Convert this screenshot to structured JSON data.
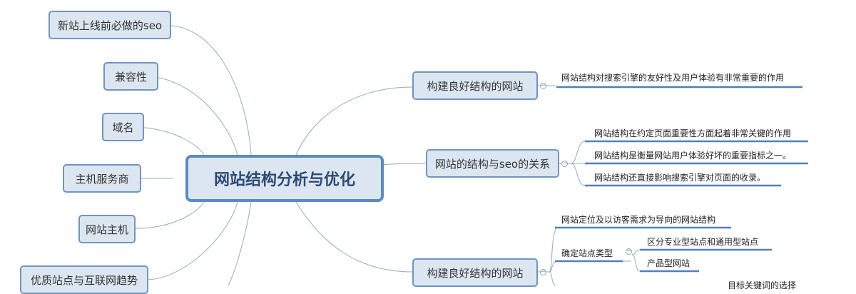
{
  "central": {
    "label": "网站结构分析与优化"
  },
  "left_topics": [
    {
      "label": "新站上线前必做的seo"
    },
    {
      "label": "兼容性"
    },
    {
      "label": "域名"
    },
    {
      "label": "主机服务商"
    },
    {
      "label": "网站主机"
    },
    {
      "label": "优质站点与互联网趋势"
    }
  ],
  "right_topics": [
    {
      "label": "构建良好结构的网站",
      "children": [
        "网站结构对搜索引擎的友好性及用户体验有非常重要的作用"
      ]
    },
    {
      "label": "网站的结构与seo的关系",
      "children": [
        "网站结构在约定页面重要性方面起着非常关键的作用",
        "网站结构是衡量网站用户体验好坏的重要指标之一。",
        "网站结构还直接影响搜索引擎对页面的收录。"
      ]
    },
    {
      "label": "构建良好结构的网站",
      "children": [
        "网站定位及以访客需求为导向的网站结构",
        "确定站点类型",
        "目标关键词的选择"
      ],
      "site_type_children": [
        "区分专业型站点和通用型站点",
        "产品型网站"
      ]
    }
  ],
  "collapse_symbol": "−",
  "colors": {
    "node_fill": "#dce6f1",
    "node_border": "#6f95c1",
    "underline": "#4f81bd",
    "link": "#9aabb8"
  }
}
